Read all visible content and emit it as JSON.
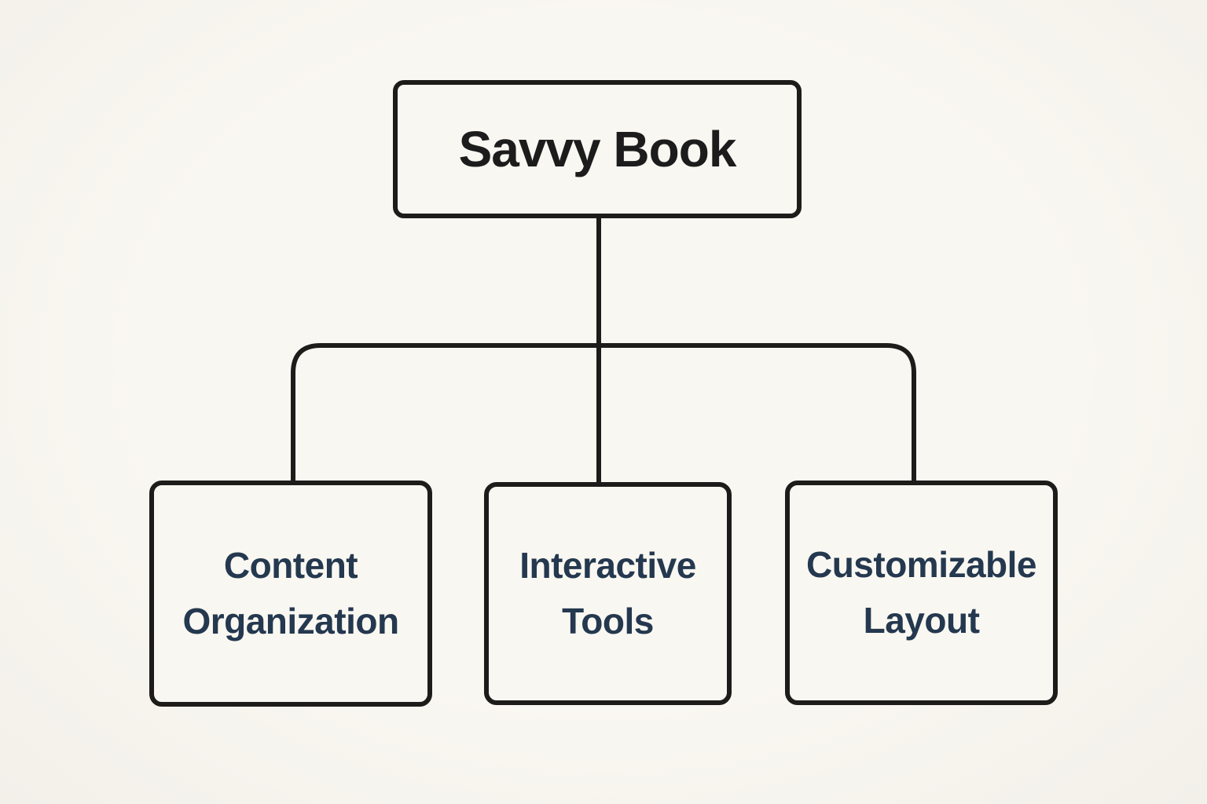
{
  "diagram": {
    "type": "tree",
    "background_color": "#f7f5ef",
    "line_color": "#1d1c1a",
    "box_border_color": "#1d1c1a",
    "root": {
      "label": "Savvy Book",
      "text_color": "#1c1c1c"
    },
    "children": [
      {
        "label": "Content Organization"
      },
      {
        "label": "Interactive Tools"
      },
      {
        "label": "Customizable Layout"
      }
    ],
    "child_text_color": "#24384f"
  }
}
